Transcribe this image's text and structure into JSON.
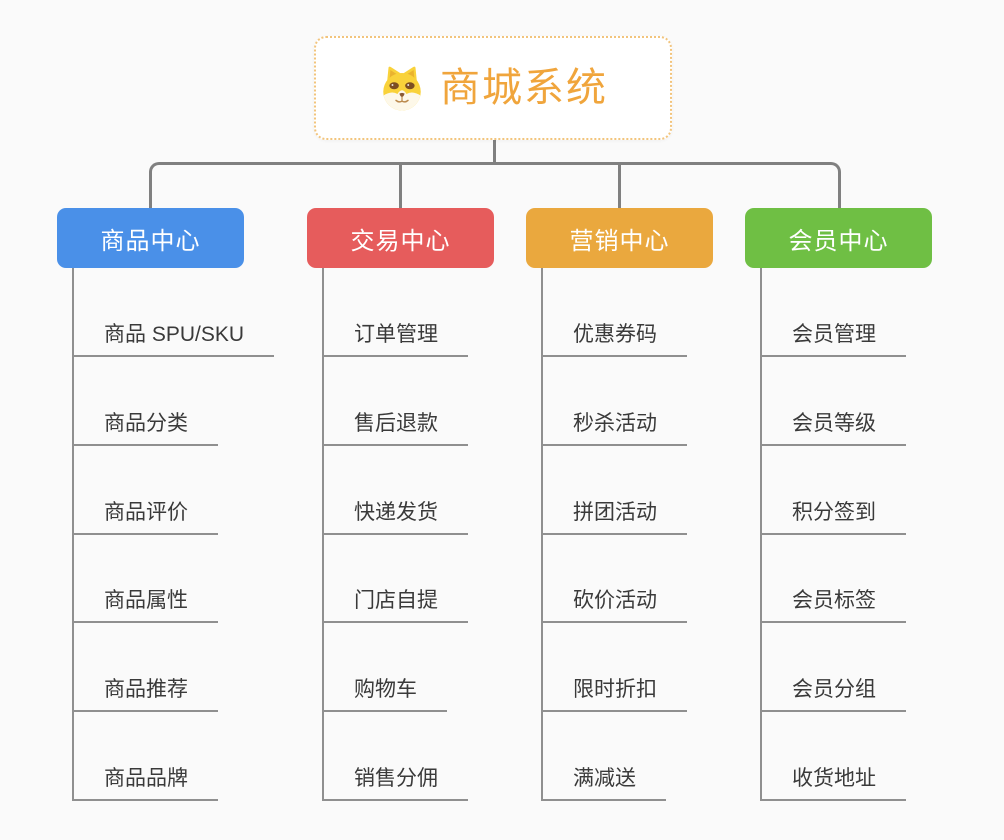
{
  "canvas": {
    "background": "#fafafa"
  },
  "root": {
    "title": "商城系统",
    "icon": "dog-face-icon",
    "text_color": "#f0a53c",
    "border_color": "#f2c47c"
  },
  "connectors": {
    "color": "#808080",
    "leaf_line_color": "#8f8f8f"
  },
  "branches": [
    {
      "label": "商品中心",
      "color": "#4a90e8",
      "children": [
        "商品 SPU/SKU",
        "商品分类",
        "商品评价",
        "商品属性",
        "商品推荐",
        "商品品牌"
      ]
    },
    {
      "label": "交易中心",
      "color": "#e65c5c",
      "children": [
        "订单管理",
        "售后退款",
        "快递发货",
        "门店自提",
        "购物车",
        "销售分佣"
      ]
    },
    {
      "label": "营销中心",
      "color": "#eaa83e",
      "children": [
        "优惠券码",
        "秒杀活动",
        "拼团活动",
        "砍价活动",
        "限时折扣",
        "满减送"
      ]
    },
    {
      "label": "会员中心",
      "color": "#6fbf44",
      "children": [
        "会员管理",
        "会员等级",
        "积分签到",
        "会员标签",
        "会员分组",
        "收货地址"
      ]
    }
  ]
}
